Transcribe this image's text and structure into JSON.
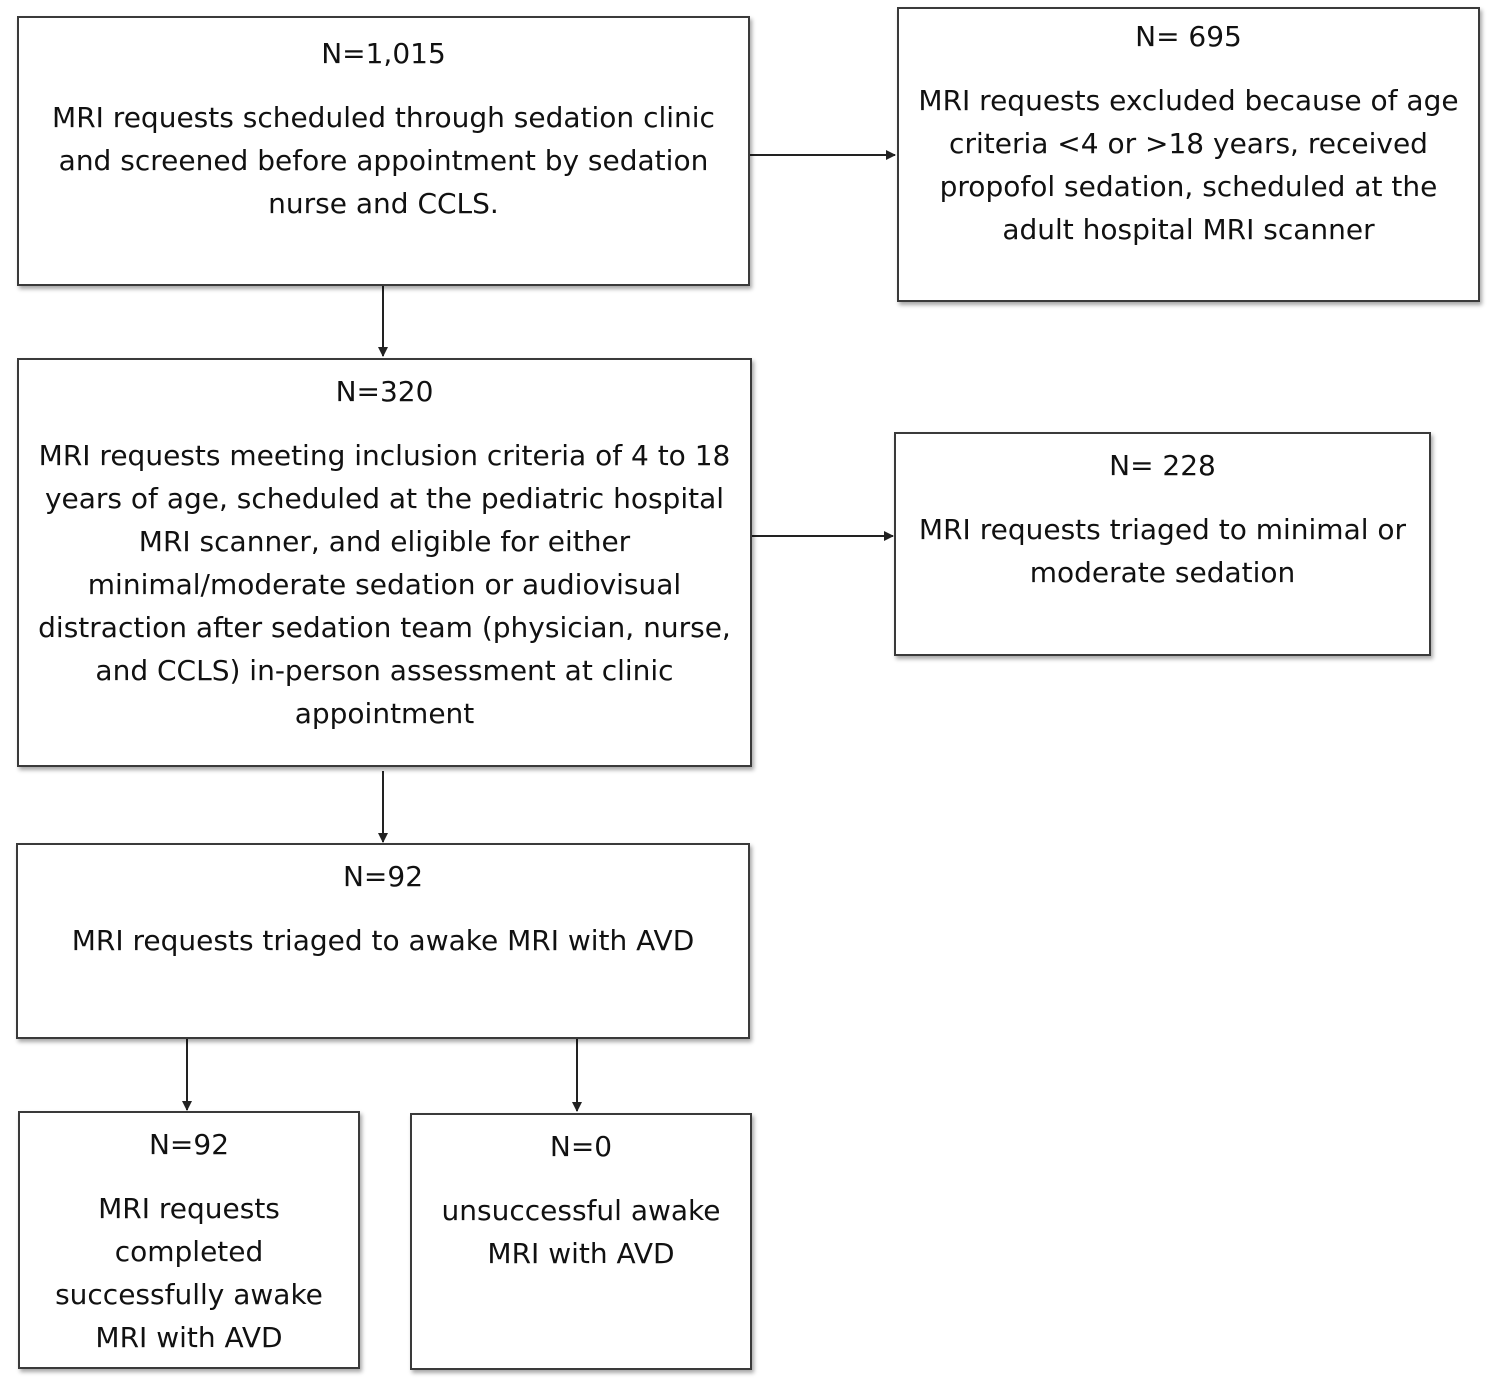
{
  "boxes": {
    "screened": {
      "count": "N=1,015",
      "desc": "MRI requests scheduled through sedation clinic and screened before appointment by sedation nurse and CCLS."
    },
    "excluded": {
      "count": "N= 695",
      "desc": "MRI requests excluded because of age criteria <4 or >18 years, received propofol sedation, scheduled at the adult hospital MRI scanner"
    },
    "included": {
      "count": "N=320",
      "desc": "MRI requests meeting inclusion criteria of 4 to 18 years of age, scheduled at the pediatric hospital MRI scanner, and eligible for either minimal/moderate sedation or audiovisual distraction after sedation team (physician, nurse, and CCLS) in-person assessment at clinic appointment"
    },
    "sedation": {
      "count": "N= 228",
      "desc": "MRI requests triaged to minimal or moderate sedation"
    },
    "awake": {
      "count": "N=92",
      "desc": "MRI requests triaged to awake MRI with AVD"
    },
    "successful": {
      "count": "N=92",
      "desc": "MRI requests completed successfully awake MRI with AVD"
    },
    "unsuccessful": {
      "count": "N=0",
      "desc": "unsuccessful awake MRI with AVD"
    }
  }
}
